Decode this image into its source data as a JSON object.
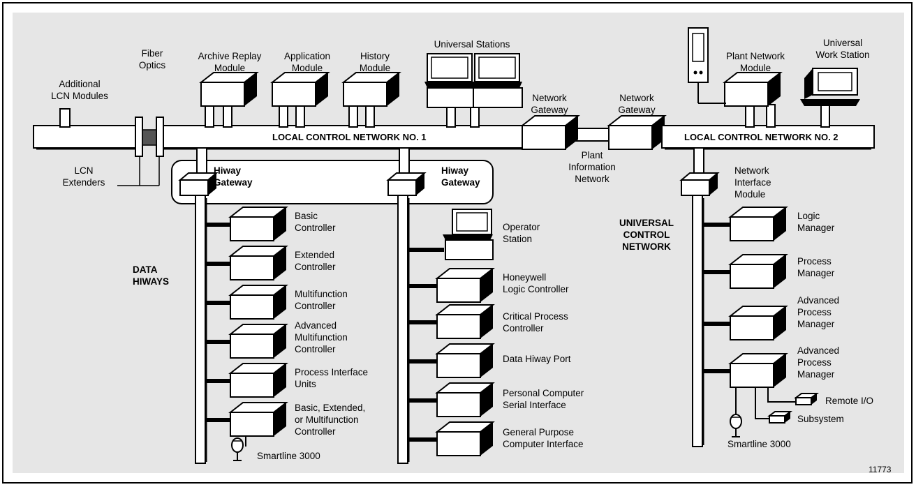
{
  "network": {
    "lcn1": "LOCAL CONTROL NETWORK NO. 1",
    "lcn2": "LOCAL CONTROL NETWORK NO. 2",
    "plant_info": "Plant\nInformation\nNetwork",
    "fiber": "Fiber\nOptics",
    "additional": "Additional\nLCN Modules",
    "extenders": "LCN\nExtenders",
    "archive": "Archive Replay\nModule",
    "application": "Application\nModule",
    "history": "History\nModule",
    "universal_stations": "Universal Stations",
    "net_gateway_1": "Network\nGateway",
    "net_gateway_2": "Network\nGateway",
    "plant_network_module": "Plant Network\nModule",
    "universal_work_station": "Universal\nWork Station"
  },
  "hiway": {
    "gateway_1": "Hiway\nGateway",
    "gateway_2": "Hiway\nGateway",
    "data_hiways": "DATA\nHIWAYS",
    "left_devices": [
      "Basic\nController",
      "Extended\nController",
      "Multifunction\nController",
      "Advanced\nMultifunction\nController",
      "Process Interface\nUnits",
      "Basic, Extended,\nor Multifunction\nController"
    ],
    "smartline_left": "Smartline 3000",
    "operator_station": "Operator\nStation",
    "right_devices": [
      "Honeywell\nLogic Controller",
      "Critical Process\nController",
      "Data Hiway Port",
      "Personal Computer\nSerial Interface",
      "General Purpose\nComputer Interface"
    ]
  },
  "ucn": {
    "title": "UNIVERSAL\nCONTROL\nNETWORK",
    "interface_module": "Network\nInterface\nModule",
    "devices": [
      "Logic\nManager",
      "Process\nManager",
      "Advanced\nProcess\nManager",
      "Advanced\nProcess\nManager"
    ],
    "remote_io": "Remote I/O",
    "subsystem": "Subsystem",
    "smartline_right": "Smartline 3000"
  },
  "figure_number": "11773"
}
